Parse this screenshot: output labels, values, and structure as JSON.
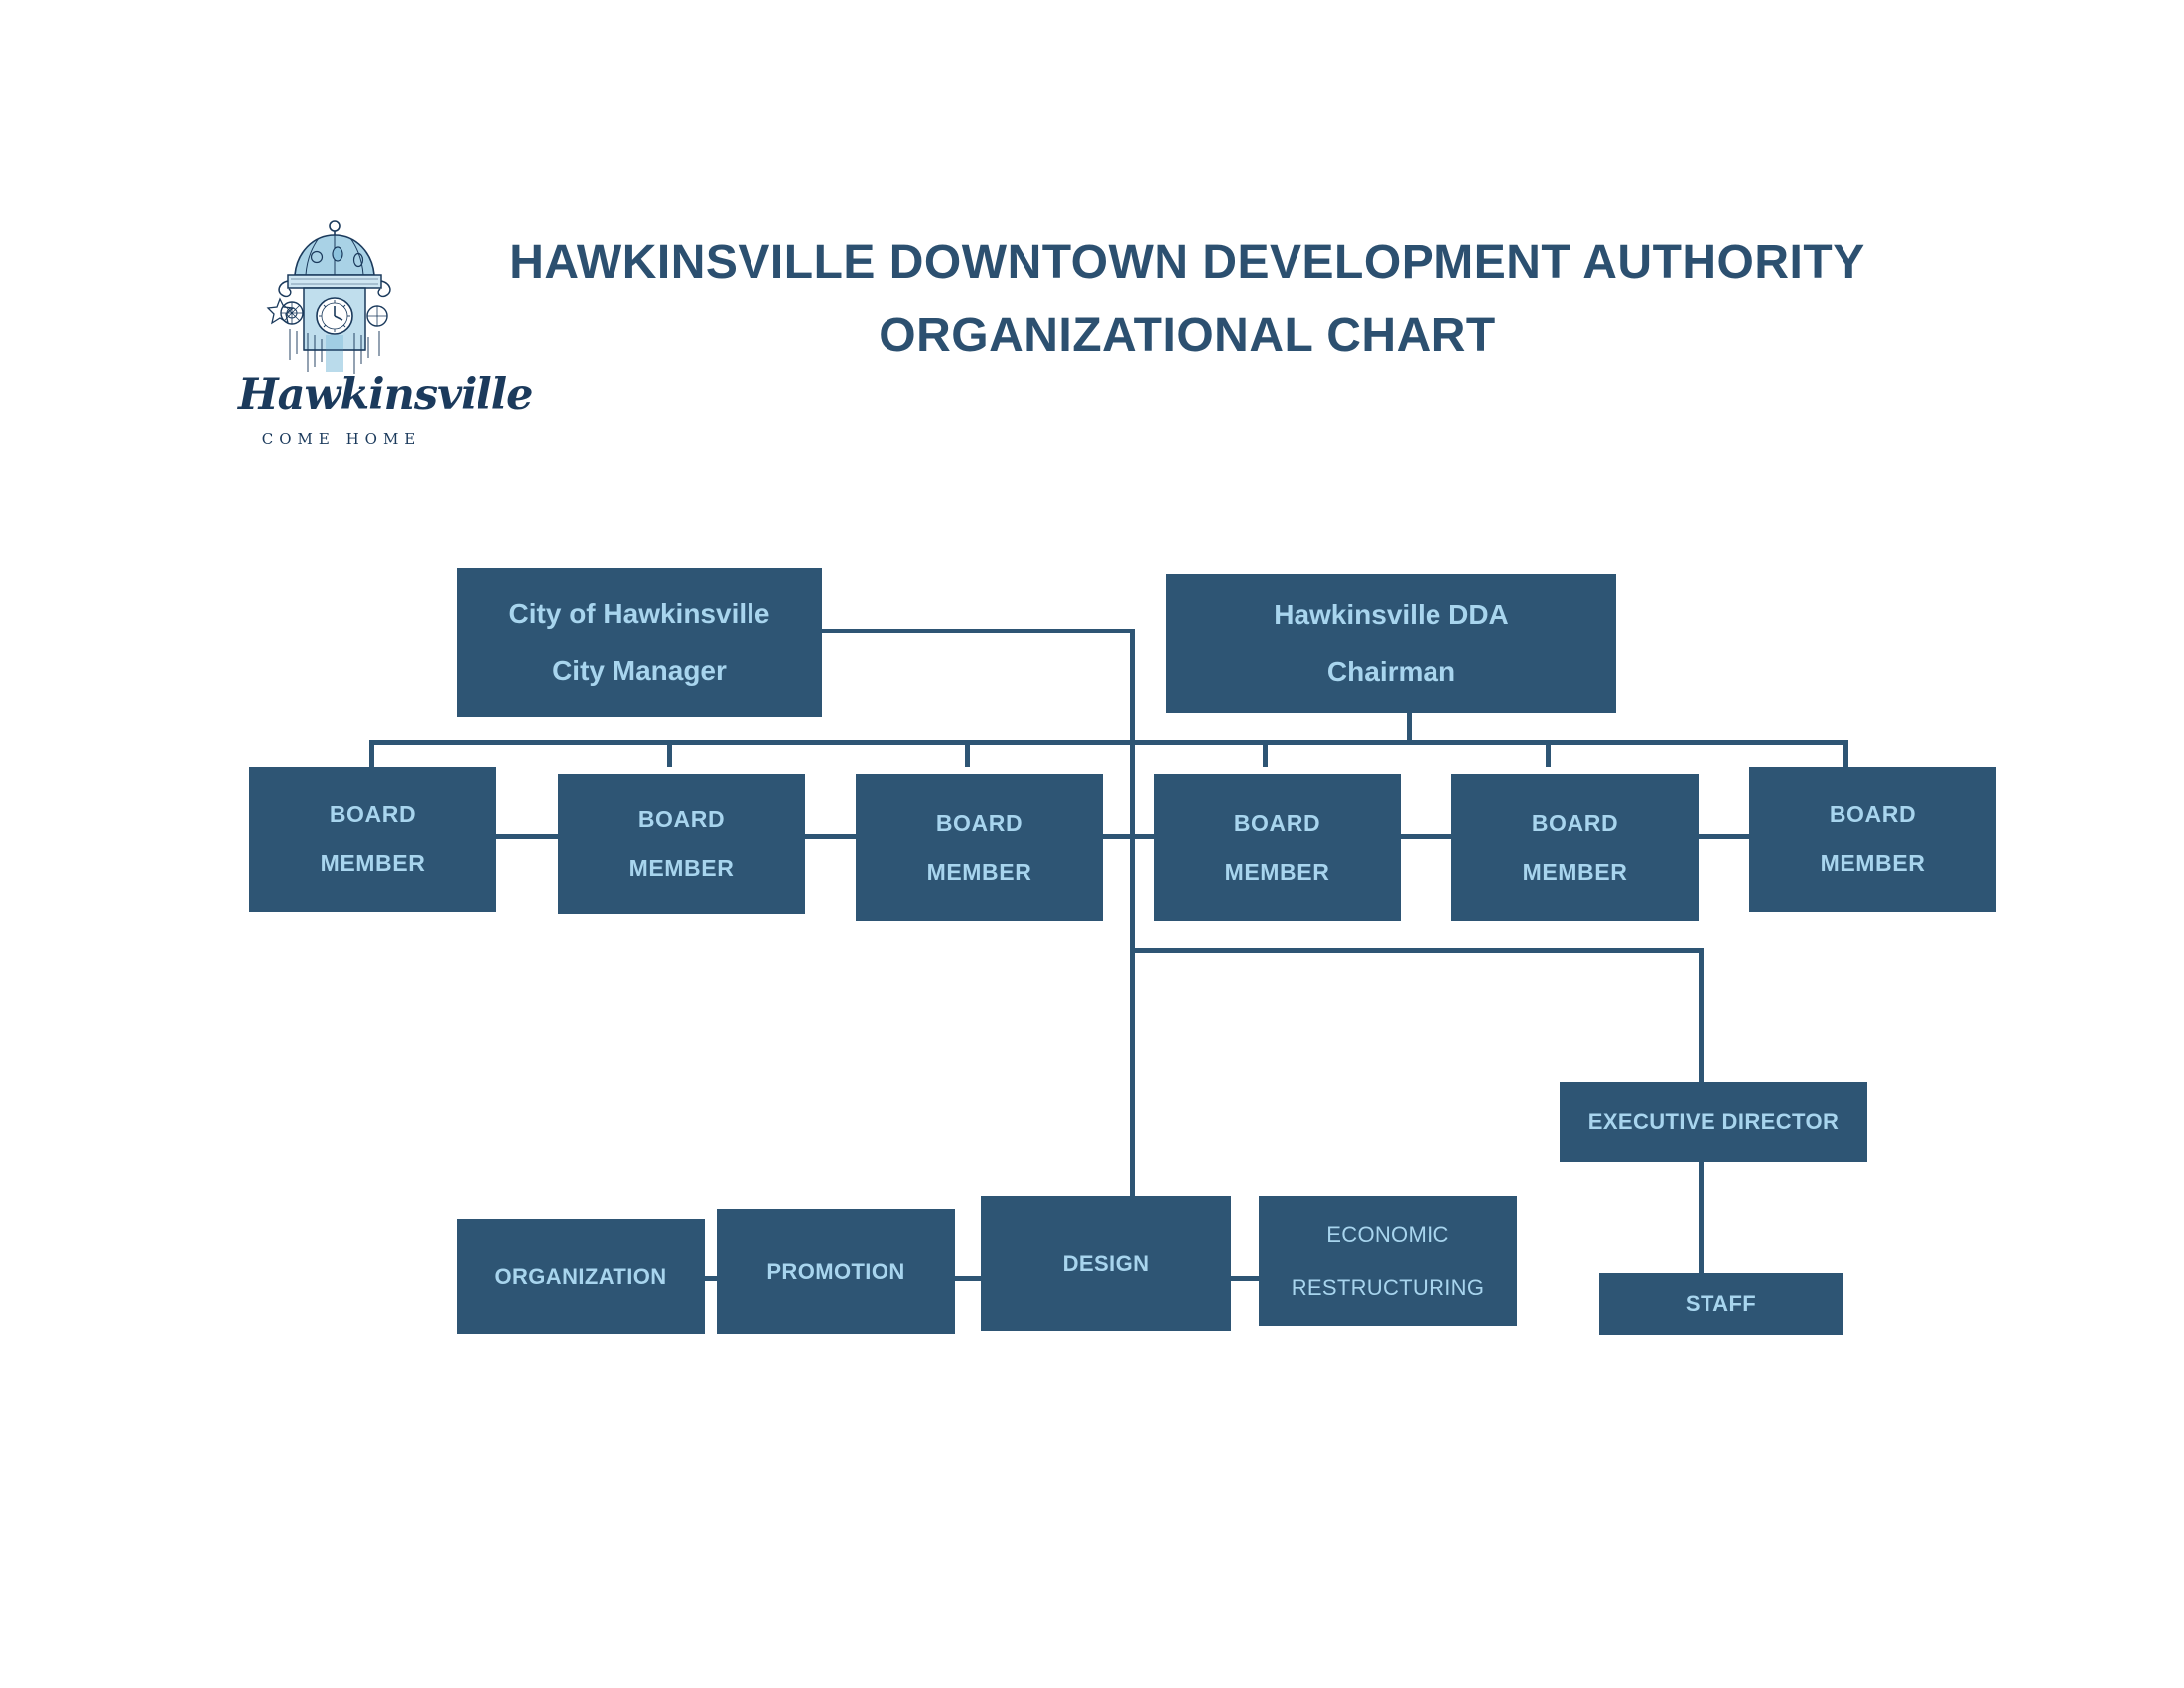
{
  "header": {
    "title_line1": "HAWKINSVILLE DOWNTOWN DEVELOPMENT AUTHORITY",
    "title_line2": "ORGANIZATIONAL CHART",
    "logo": {
      "icon": "clock-tower-cupola-icon",
      "script_text": "Hawkinsville",
      "tagline": "COME HOME"
    }
  },
  "colors": {
    "box_fill": "#2e5574",
    "box_text": "#a8d5ee",
    "title_text": "#2c5070",
    "logo_dark": "#1b3a5c",
    "logo_light": "#8cc3de",
    "connector": "#2e5574",
    "background": "#ffffff"
  },
  "chart_data": {
    "type": "diagram",
    "title": "HAWKINSVILLE DOWNTOWN DEVELOPMENT AUTHORITY ORGANIZATIONAL CHART",
    "nodes": [
      {
        "id": "city",
        "lines": [
          "City of Hawkinsville",
          "City Manager"
        ],
        "level": 1
      },
      {
        "id": "dda",
        "lines": [
          "Hawkinsville DDA",
          "Chairman"
        ],
        "level": 1
      },
      {
        "id": "board1",
        "lines": [
          "BOARD",
          "MEMBER"
        ],
        "level": 2
      },
      {
        "id": "board2",
        "lines": [
          "BOARD",
          "MEMBER"
        ],
        "level": 2
      },
      {
        "id": "board3",
        "lines": [
          "BOARD",
          "MEMBER"
        ],
        "level": 2
      },
      {
        "id": "board4",
        "lines": [
          "BOARD",
          "MEMBER"
        ],
        "level": 2
      },
      {
        "id": "board5",
        "lines": [
          "BOARD",
          "MEMBER"
        ],
        "level": 2
      },
      {
        "id": "board6",
        "lines": [
          "BOARD",
          "MEMBER"
        ],
        "level": 2
      },
      {
        "id": "execdir",
        "lines": [
          "EXECUTIVE DIRECTOR"
        ],
        "level": 3
      },
      {
        "id": "staff",
        "lines": [
          "STAFF"
        ],
        "level": 4
      },
      {
        "id": "organization",
        "lines": [
          "ORGANIZATION"
        ],
        "level": 4
      },
      {
        "id": "promotion",
        "lines": [
          "PROMOTION"
        ],
        "level": 4
      },
      {
        "id": "design",
        "lines": [
          "DESIGN"
        ],
        "level": 4
      },
      {
        "id": "economic",
        "lines": [
          "ECONOMIC",
          "RESTRUCTURING"
        ],
        "level": 4
      }
    ],
    "edges": [
      {
        "from": "city",
        "to": "dda"
      },
      {
        "from": "dda",
        "to": "board1"
      },
      {
        "from": "dda",
        "to": "board2"
      },
      {
        "from": "dda",
        "to": "board3"
      },
      {
        "from": "dda",
        "to": "board4"
      },
      {
        "from": "dda",
        "to": "board5"
      },
      {
        "from": "dda",
        "to": "board6"
      },
      {
        "from": "board",
        "to": "execdir"
      },
      {
        "from": "board",
        "to": "design"
      },
      {
        "from": "execdir",
        "to": "staff"
      },
      {
        "from": "organization",
        "to": "promotion"
      },
      {
        "from": "promotion",
        "to": "design"
      },
      {
        "from": "design",
        "to": "economic"
      }
    ]
  },
  "boxes": {
    "city_manager": {
      "line1": "City of Hawkinsville",
      "line2": "City Manager"
    },
    "dda_chairman": {
      "line1": "Hawkinsville DDA",
      "line2": "Chairman"
    },
    "board_member": {
      "line1": "BOARD",
      "line2": "MEMBER"
    },
    "exec_director": {
      "label": "EXECUTIVE DIRECTOR"
    },
    "staff": {
      "label": "STAFF"
    },
    "organization": {
      "label": "ORGANIZATION"
    },
    "promotion": {
      "label": "PROMOTION"
    },
    "design": {
      "label": "DESIGN"
    },
    "economic": {
      "line1": "ECONOMIC",
      "line2": "RESTRUCTURING"
    }
  }
}
